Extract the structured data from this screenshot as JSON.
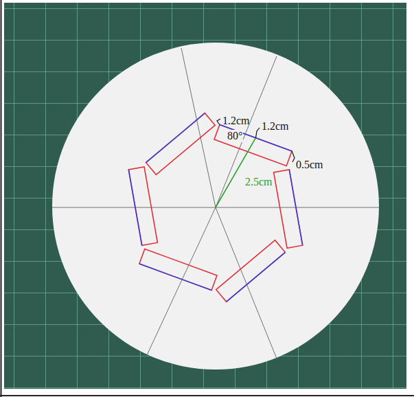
{
  "diagram": {
    "labels": [
      "1.2cm",
      "1.2cm",
      "0.5cm",
      "80°",
      "2.5cm"
    ]
  }
}
